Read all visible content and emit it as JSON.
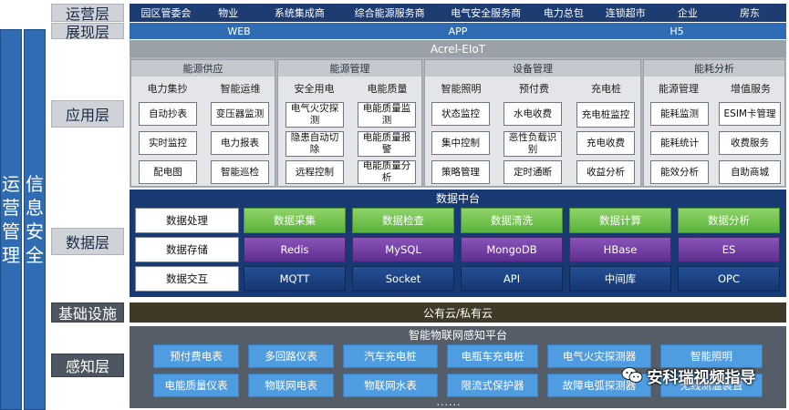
{
  "side": {
    "ops": "运营管理",
    "security": "信息安全"
  },
  "layers": {
    "yunying": "运营层",
    "zhanxian": "展现层",
    "yingyong": "应用层",
    "shuju": "数据层",
    "jichu": "基础设施",
    "ganzhi": "感知层"
  },
  "ops_items": [
    "园区管委会",
    "物业",
    "系统集成商",
    "综合能源服务商",
    "电气安全服务商",
    "电力总包",
    "连锁超市",
    "企业",
    "房东"
  ],
  "show_items": [
    "WEB",
    "APP",
    "H5"
  ],
  "app": {
    "platform": "Acrel-EIoT",
    "groups": [
      {
        "title": "能源供应",
        "cols": [
          {
            "title": "电力集抄",
            "items": [
              "自动抄表",
              "实时监控",
              "配电图"
            ]
          },
          {
            "title": "智能运维",
            "items": [
              "变压器监测",
              "电力报表",
              "智能巡检"
            ]
          }
        ]
      },
      {
        "title": "能源管理",
        "cols": [
          {
            "title": "安全用电",
            "items": [
              "电气火灾探测",
              "隐患自动切除",
              "远程控制"
            ]
          },
          {
            "title": "电能质量",
            "items": [
              "电能质量监测",
              "电能质量报警",
              "电能质量分析"
            ]
          }
        ]
      },
      {
        "title": "设备管理",
        "cols": [
          {
            "title": "智能照明",
            "items": [
              "状态监控",
              "集中控制",
              "策略管理"
            ]
          },
          {
            "title": "预付费",
            "items": [
              "水电收费",
              "恶性负载识别",
              "定时通断"
            ]
          },
          {
            "title": "充电桩",
            "items": [
              "充电桩监控",
              "充电收费",
              "收益分析"
            ]
          }
        ]
      },
      {
        "title": "能耗分析",
        "cols": [
          {
            "title": "能源管理",
            "items": [
              "能耗监测",
              "能耗统计",
              "能效分析"
            ]
          },
          {
            "title": "增值服务",
            "items": [
              "ESIM卡管理",
              "收费服务",
              "自助商城"
            ]
          }
        ]
      }
    ]
  },
  "data": {
    "title": "数据中台",
    "rows": [
      {
        "label": "数据处理",
        "items": [
          "数据采集",
          "数据检查",
          "数据清洗",
          "数据计算",
          "数据分析"
        ]
      },
      {
        "label": "数据存储",
        "items": [
          "Redis",
          "MySQL",
          "MongoDB",
          "HBase",
          "ES"
        ]
      },
      {
        "label": "数据交互",
        "items": [
          "MQTT",
          "Socket",
          "API",
          "中间库",
          "OPC"
        ]
      }
    ]
  },
  "infra": {
    "cloud": "公有云/私有云"
  },
  "sense": {
    "title": "智能物联网感知平台",
    "row1": [
      "预付费电表",
      "多回路仪表",
      "汽车充电桩",
      "电瓶车充电桩",
      "电气火灾探测器",
      "智能照明"
    ],
    "row2": [
      "电能质量仪表",
      "物联网电表",
      "物联网水表",
      "限流式保护器",
      "故障电弧探测器",
      "无线测温装置"
    ],
    "more": "......"
  },
  "watermark": "安科瑞视频指导"
}
